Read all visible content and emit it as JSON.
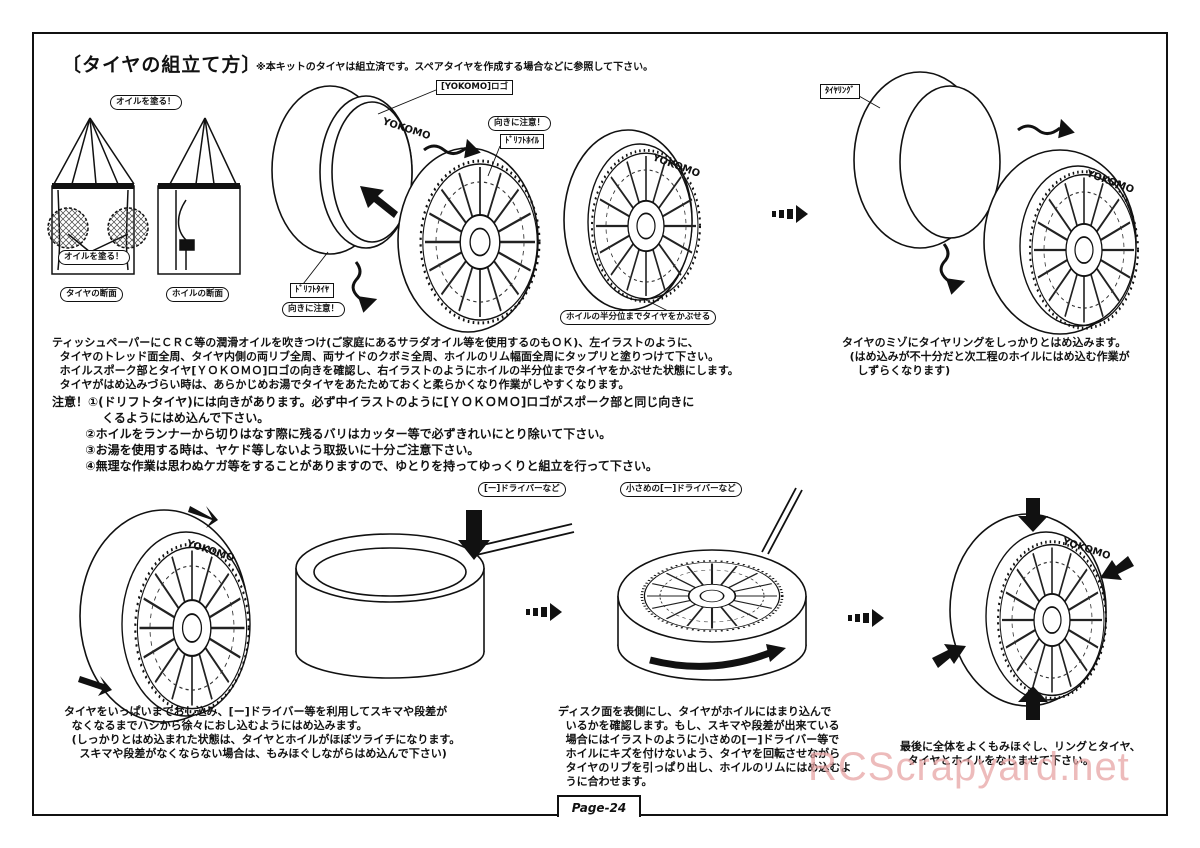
{
  "title": "〔タイヤの組立て方〕",
  "title_note": "※本キットのタイヤは組立済です。スペアタイヤを作成する場合などに参照して下さい。",
  "diagram_labels": {
    "oil_top": "オイルを塗る！",
    "oil_bottom": "オイルを塗る！",
    "tire_section": "タイヤの断面",
    "wheel_section": "ホイルの断面",
    "yokomo_logo": "[YOKOMO]ロゴ",
    "direction_note_1": "向きに注意！",
    "drift_wheel": "ﾄﾞﾘﾌﾄﾎｲﾙ",
    "drift_tire": "ﾄﾞﾘﾌﾄﾀｲﾔ",
    "direction_note_2": "向きに注意！",
    "half_cover": "ホイルの半分位までタイヤをかぶせる",
    "tire_ring": "ﾀｲﾔﾘﾝｸﾞ",
    "driver_label": "[ー]ドライバーなど",
    "small_driver_label": "小さめの[ー]ドライバーなど",
    "tire_logo": "YOKOMO"
  },
  "texts": {
    "step1": "ティッシュペーパーにＣＲＣ等の潤滑オイルを吹きつけ(ご家庭にあるサラダオイル等を使用するのもＯＫ)、左イラストのように、\n  タイヤのトレッド面全周、タイヤ内側の両リブ全周、両サイドのクボミ全周、ホイルのリム幅面全周にタップリと塗りつけて下さい。\n  ホイルスポーク部とタイヤ[ＹＯＫＯＭＯ]ロゴの向きを確認し、右イラストのようにホイルの半分位までタイヤをかぶせた状態にします。\n  タイヤがはめ込みづらい時は、あらかじめお湯でタイヤをあたためておくと柔らかくなり作業がしやすくなります。",
    "step_ring": "タイヤのミゾにタイヤリングをしっかりとはめ込みます。\n  (はめ込みが不十分だと次工程のホイルにはめ込む作業が\n    しずらくなります)",
    "cautions": "注意！①(ドリフトタイヤ)には向きがあります。必ず中イラストのように[ＹＯＫＯＭＯ]ロゴがスポーク部と同じ向きに\n            くるようにはめ込んで下さい。\n        ②ホイルをランナーから切りはなす際に残るバリはカッター等で必ずきれいにとり除いて下さい。\n        ③お湯を使用する時は、ヤケド等しないよう取扱いに十分ご注意下さい。\n        ④無理な作業は思わぬケガ等をすることがありますので、ゆとりを持ってゆっくりと組立を行って下さい。",
    "step_push": "タイヤをいっぱいまでおし込み、[ー]ドライバー等を利用してスキマや段差が\n  なくなるまでハシから徐々におし込むようにはめ込みます。\n  (しっかりとはめ込まれた状態は、タイヤとホイルがほぼツライチになります。\n    スキマや段差がなくならない場合は、もみほぐしながらはめ込んで下さい)",
    "step_check": "ディスク面を表側にし、タイヤがホイルにはまり込んで\n  いるかを確認します。もし、スキマや段差が出来ている\n  場合にはイラストのように小さめの[ー]ドライバー等で\n  ホイルにキズを付けないよう、タイヤを回転させながら\n  タイヤのリブを引っぱり出し、ホイルのリムにはめ込むよ\n  うに合わせます。",
    "step_final": "最後に全体をよくもみほぐし、リングとタイヤ、\n  タイヤとホイルをなじませて下さい。"
  },
  "page_number": "Page-24",
  "watermark": "RCScrapyard.net",
  "colors": {
    "ink": "#111111",
    "watermark": "#e8a5a5"
  }
}
